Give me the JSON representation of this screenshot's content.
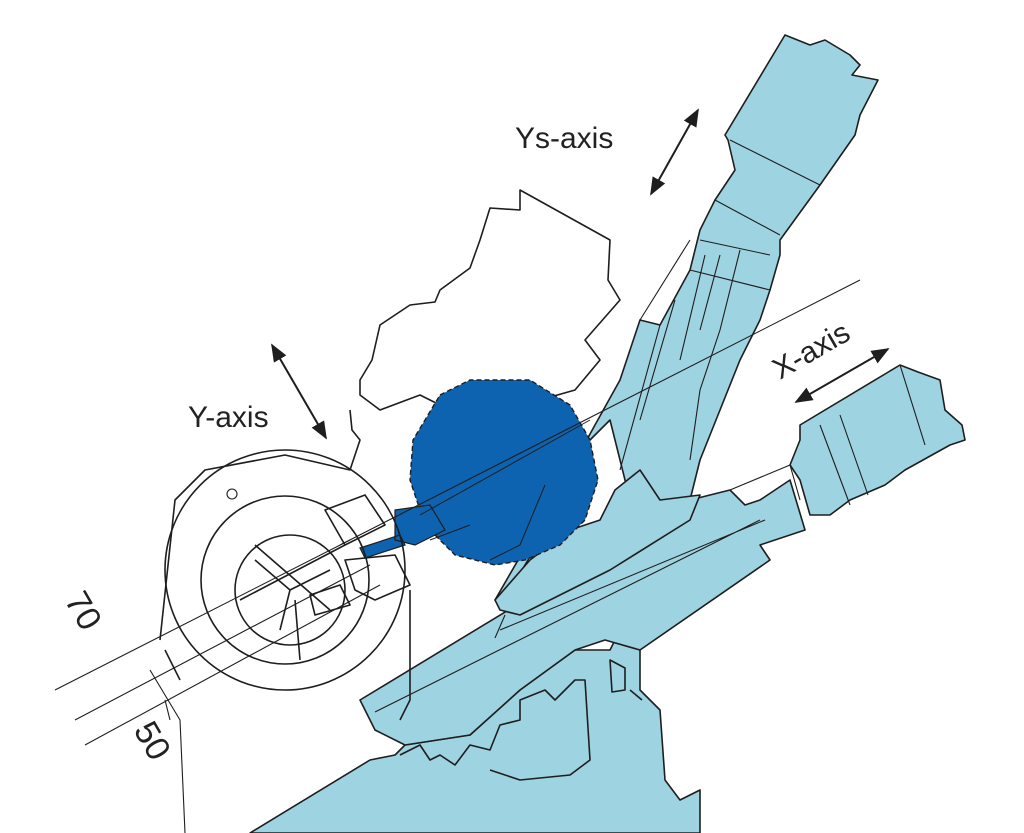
{
  "labels": {
    "ys_axis": "Ys-axis",
    "x_axis": "X-axis",
    "y_axis": "Y-axis",
    "dim_70": "70",
    "dim_50": "50"
  },
  "colors": {
    "machine_body": "#9ed3e2",
    "tool_head": "#0e63b0",
    "outline": "#1e1e1e",
    "background": "#ffffff"
  }
}
